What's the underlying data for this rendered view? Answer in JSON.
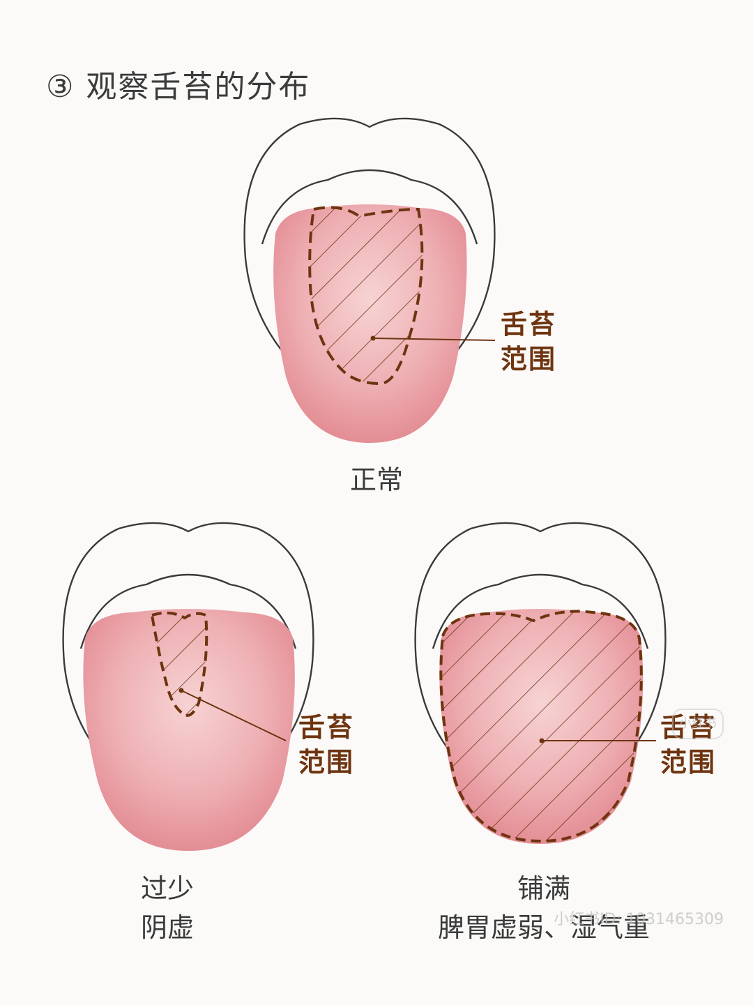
{
  "title": "③ 观察舌苔的分布",
  "panels": {
    "normal": {
      "caption": "正常",
      "label_line1": "舌苔",
      "label_line2": "范围"
    },
    "too_little": {
      "caption_line1": "过少",
      "caption_line2": "阴虚",
      "label_line1": "舌苔",
      "label_line2": "范围"
    },
    "full": {
      "caption_line1": "铺满",
      "caption_line2": "脾胃虚弱、湿气重",
      "label_line1": "舌苔",
      "label_line2": "范围"
    }
  },
  "watermark": {
    "logo": "小红书",
    "id_text": "小红书ID: 1031465309"
  },
  "colors": {
    "tongue": "#e9a0a6",
    "tongue_light": "#f3c4c4",
    "coating_outline": "#6e3410",
    "mouth_line": "#3a3a3a",
    "label": "#6e3410"
  }
}
